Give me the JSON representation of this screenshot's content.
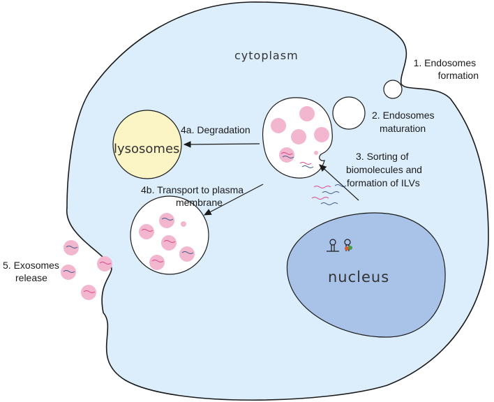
{
  "labels": {
    "cytoplasm": "cytoplasm",
    "nucleus": "nucleus",
    "lysosomes": "lysosomes",
    "step1": [
      "1. Endosomes",
      "formation"
    ],
    "step2": [
      "2. Endosomes",
      "maturation"
    ],
    "step3": [
      "3. Sorting of",
      "biomolecules and",
      "formation of ILVs"
    ],
    "step4a": "4a. Degradation",
    "step4b": [
      "4b. Transport to plasma",
      "membrane"
    ],
    "step5": [
      "5. Exosomes",
      "release"
    ]
  },
  "colors": {
    "cell_fill": "#dcedfb",
    "nucleus_fill": "#a9c3e8",
    "lysosome_fill": "#fbf4c4",
    "vesicle_fill": "#f2b7cf",
    "rna_pink": "#d9468a",
    "rna_blue": "#3d5a88"
  }
}
